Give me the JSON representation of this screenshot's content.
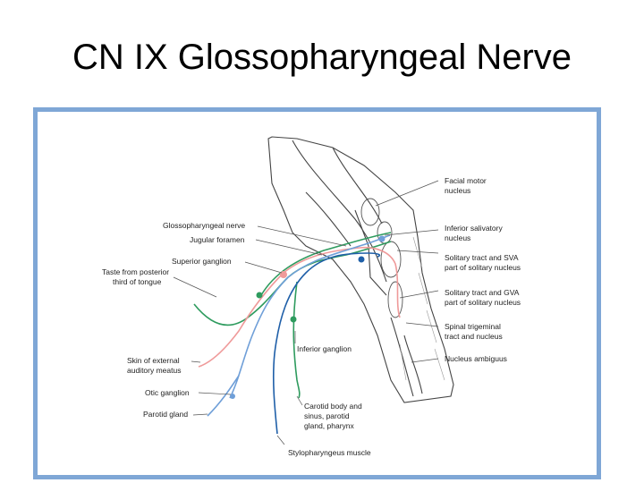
{
  "slide": {
    "title": "CN IX Glossopharyngeal Nerve"
  },
  "colors": {
    "frame": "#7fa7d6",
    "green": "#2e9b5e",
    "blue_dark": "#1f5fa8",
    "blue_light": "#6f9fd8",
    "pink": "#ef9a9a",
    "gray": "#555555"
  },
  "diagram": {
    "labels_left": {
      "glossopharyngeal_nerve": "Glossopharyngeal nerve",
      "jugular_foramen": "Jugular foramen",
      "superior_ganglion": "Superior ganglion",
      "taste_line1": "Taste from posterior",
      "taste_line2": "third of tongue",
      "skin_line1": "Skin of external",
      "skin_line2": "auditory meatus",
      "otic_ganglion": "Otic ganglion",
      "parotid_gland": "Parotid gland"
    },
    "labels_right": {
      "facial_line1": "Facial motor",
      "facial_line2": "nucleus",
      "inferior_salivatory_line1": "Inferior salivatory",
      "inferior_salivatory_line2": "nucleus",
      "solitary_sva_line1": "Solitary tract and SVA",
      "solitary_sva_line2": "part of solitary nucleus",
      "solitary_gva_line1": "Solitary tract and GVA",
      "solitary_gva_line2": "part of solitary nucleus",
      "spinal_line1": "Spinal trigeminal",
      "spinal_line2": "tract and nucleus",
      "nucleus_ambiguus": "Nucleus ambiguus"
    },
    "labels_bottom": {
      "inferior_ganglion": "Inferior ganglion",
      "carotid_line1": "Carotid body and",
      "carotid_line2": "sinus, parotid",
      "carotid_line3": "gland, pharynx",
      "stylopharyngeus": "Stylopharyngeus muscle"
    }
  }
}
